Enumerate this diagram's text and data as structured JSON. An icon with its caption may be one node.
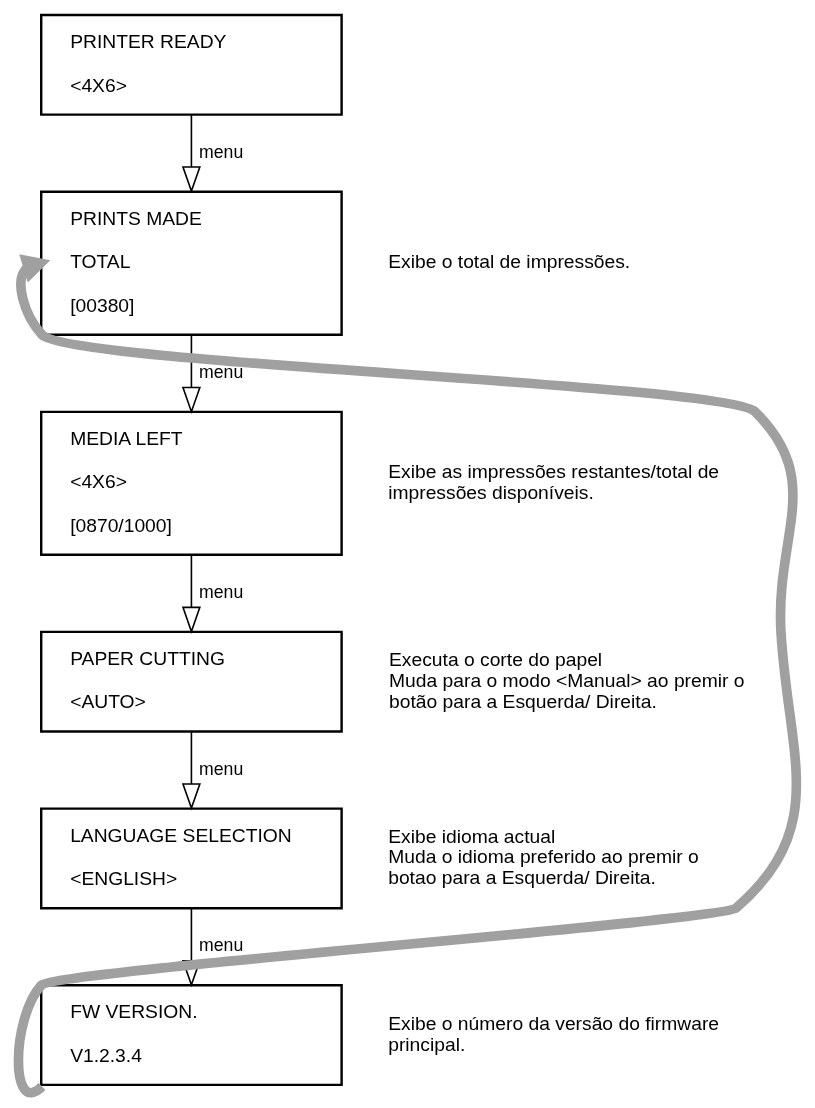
{
  "diagram": {
    "nodes": [
      {
        "text": [
          "PRINTER READY",
          "<4X6>"
        ]
      },
      {
        "text": [
          "PRINTS MADE",
          "TOTAL",
          "[00380]"
        ],
        "beside": [
          "Exibe o total de impressões."
        ]
      },
      {
        "text": [
          "MEDIA LEFT",
          "<4X6>",
          "[0870/1000]"
        ],
        "beside": [
          "Exibe as impressões restantes/total de impressões disponíveis."
        ]
      },
      {
        "text": [
          "PAPER CUTTING",
          "<AUTO>"
        ],
        "beside": [
          "Executa o corte do papel",
          "Muda para o modo <Manual> ao premir o botão para a Esquerda/ Direita."
        ]
      },
      {
        "text": [
          "LANGUAGE SELECTION",
          "<ENGLISH>"
        ],
        "beside": [
          "Exibe idioma actual",
          "Muda o idioma preferido ao premir o botao para a Esquerda/ Direita."
        ]
      },
      {
        "text": [
          "FW VERSION.",
          "V1.2.3.4"
        ],
        "beside": [
          "Exibe o número da versão do firmware principal."
        ]
      }
    ],
    "edges": [
      {
        "from": 0,
        "to": 1,
        "arrow": "to",
        "label": "menu"
      },
      {
        "from": 1,
        "to": 2,
        "arrow": "to",
        "label": "menu"
      },
      {
        "from": 2,
        "to": 3,
        "arrow": "to",
        "label": "menu"
      },
      {
        "from": 3,
        "to": 4,
        "arrow": "to",
        "label": "menu"
      },
      {
        "from": 4,
        "to": 5,
        "arrow": "to",
        "label": "menu"
      },
      {
        "from": 5,
        "to": 1,
        "arrow": "to",
        "style": "thick",
        "color": "#a0a0a0"
      }
    ]
  }
}
